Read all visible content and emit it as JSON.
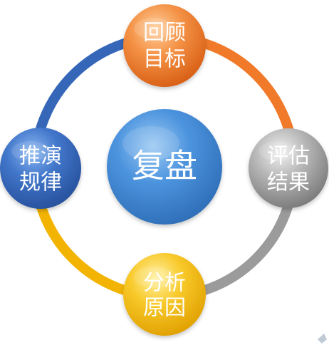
{
  "diagram": {
    "center": {
      "label": "复盘",
      "color": "#3f87d6"
    },
    "nodes": [
      {
        "id": "top",
        "line1": "回顾",
        "line2": "目标",
        "color": "#f07a2a"
      },
      {
        "id": "right",
        "line1": "评估",
        "line2": "结果",
        "color": "#9b9b9b"
      },
      {
        "id": "bottom",
        "line1": "分析",
        "line2": "原因",
        "color": "#f2b400"
      },
      {
        "id": "left",
        "line1": "推演",
        "line2": "规律",
        "color": "#3566b8"
      }
    ],
    "ring_segments": [
      {
        "from": "top",
        "to": "right",
        "color": "#f07a2a"
      },
      {
        "from": "right",
        "to": "bottom",
        "color": "#9b9b9b"
      },
      {
        "from": "bottom",
        "to": "left",
        "color": "#f2b400"
      },
      {
        "from": "left",
        "to": "top",
        "color": "#3566b8"
      }
    ]
  }
}
